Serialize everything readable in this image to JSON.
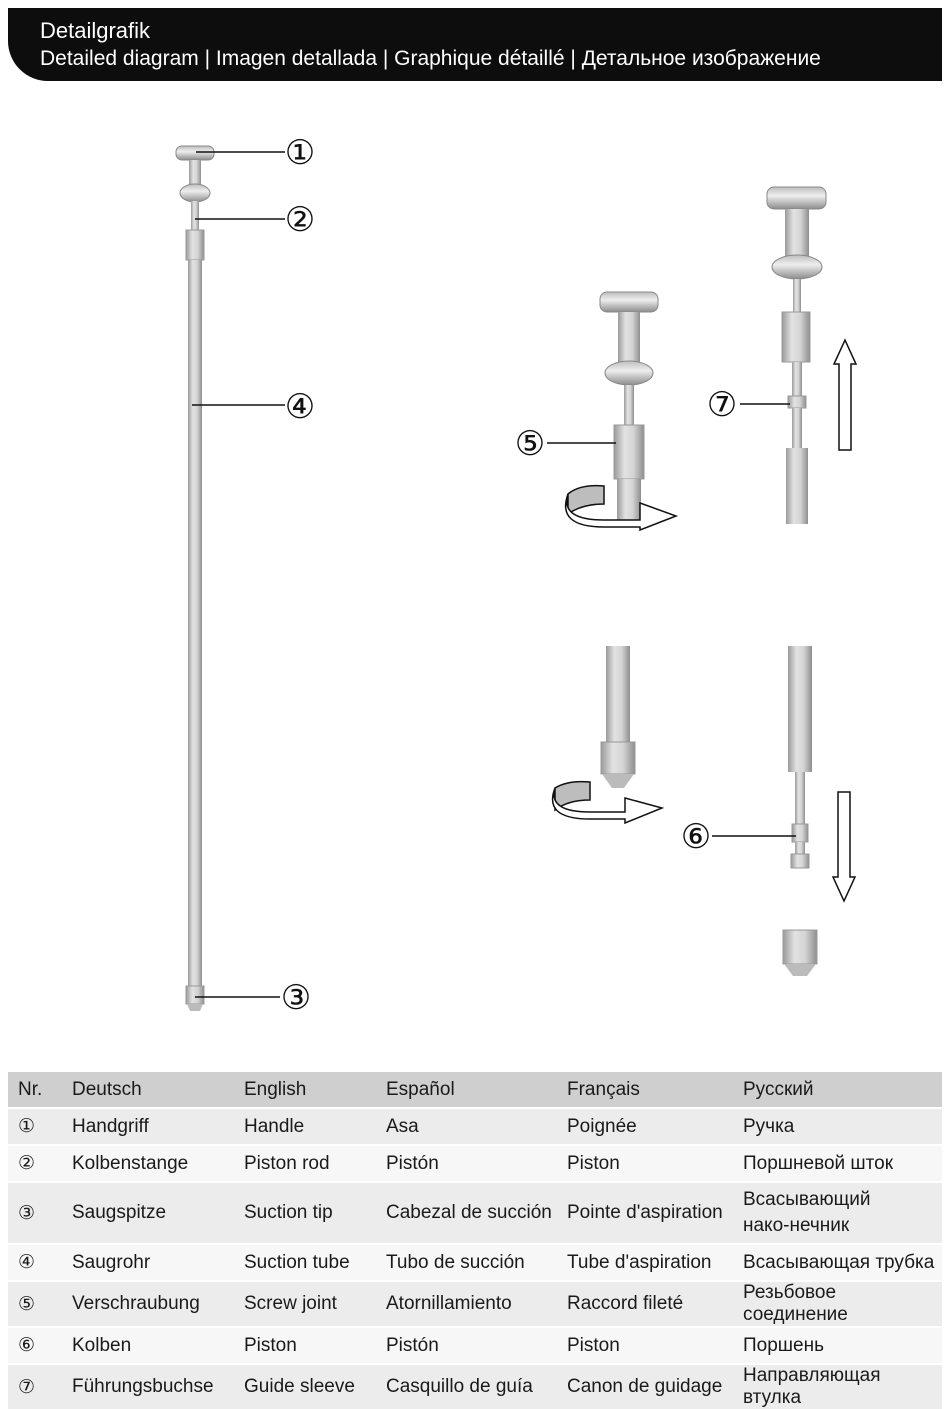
{
  "header": {
    "title": "Detailgrafik",
    "subtitle": "Detailed diagram | Imagen detallada | Graphique détaillé | Детальное изображение"
  },
  "callouts": [
    "①",
    "②",
    "③",
    "④",
    "⑤",
    "⑥",
    "⑦"
  ],
  "table": {
    "headers": [
      "Nr.",
      "Deutsch",
      "English",
      "Español",
      "Français",
      "Русский"
    ],
    "rows": [
      [
        "①",
        "Handgriff",
        "Handle",
        "Asa",
        "Poignée",
        "Ручка"
      ],
      [
        "②",
        "Kolbenstange",
        "Piston rod",
        "Pistón",
        "Piston",
        "Поршневой шток"
      ],
      [
        "③",
        "Saugspitze",
        "Suction tip",
        "Cabezal de succión",
        "Pointe d'aspiration",
        "Всасывающий нако-нечник"
      ],
      [
        "④",
        "Saugrohr",
        "Suction tube",
        "Tubo de succión",
        "Tube d'aspiration",
        "Всасывающая трубка"
      ],
      [
        "⑤",
        "Verschraubung",
        "Screw joint",
        "Atornillamiento",
        "Raccord fileté",
        "Резьбовое соединение"
      ],
      [
        "⑥",
        "Kolben",
        "Piston",
        "Pistón",
        "Piston",
        "Поршень"
      ],
      [
        "⑦",
        "Führungsbuchse",
        "Guide sleeve",
        "Casquillo de guía",
        "Canon de guidage",
        "Направляющая втулка"
      ]
    ]
  }
}
